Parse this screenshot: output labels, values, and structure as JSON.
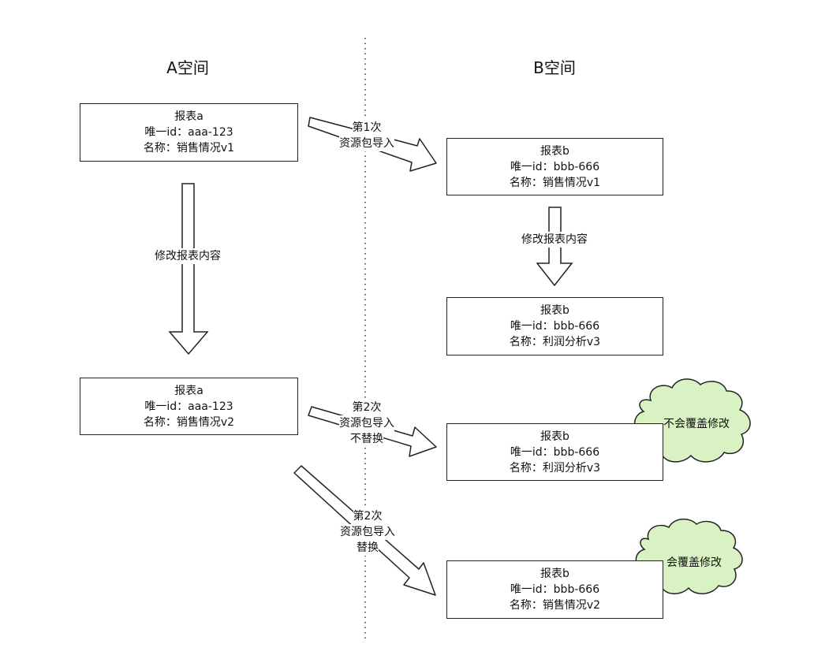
{
  "space_a": {
    "title": "A空间"
  },
  "space_b": {
    "title": "B空间"
  },
  "a_box_1": {
    "title": "报表a",
    "id_line": "唯一id：aaa-123",
    "name_line": "名称：销售情况v1"
  },
  "a_box_2": {
    "title": "报表a",
    "id_line": "唯一id：aaa-123",
    "name_line": "名称：销售情况v2"
  },
  "b_box_1": {
    "title": "报表b",
    "id_line": "唯一id：bbb-666",
    "name_line": "名称：销售情况v1"
  },
  "b_box_2": {
    "title": "报表b",
    "id_line": "唯一id：bbb-666",
    "name_line": "名称：利润分析v3"
  },
  "b_box_3": {
    "title": "报表b",
    "id_line": "唯一id：bbb-666",
    "name_line": "名称：利润分析v3"
  },
  "b_box_4": {
    "title": "报表b",
    "id_line": "唯一id：bbb-666",
    "name_line": "名称：销售情况v2"
  },
  "arrows": {
    "a_modify": "修改报表内容",
    "b_modify": "修改报表内容",
    "import_1": {
      "line1": "第1次",
      "line2": "资源包导入"
    },
    "import_2_no_replace": {
      "line1": "第2次",
      "line2": "资源包导入",
      "line3": "不替换"
    },
    "import_2_replace": {
      "line1": "第2次",
      "line2": "资源包导入",
      "line3": "替换"
    }
  },
  "clouds": {
    "no_overwrite": "不会覆盖修改",
    "overwrite": "会覆盖修改"
  },
  "colors": {
    "cloud_fill": "#d9f2c4",
    "line": "#222222"
  }
}
